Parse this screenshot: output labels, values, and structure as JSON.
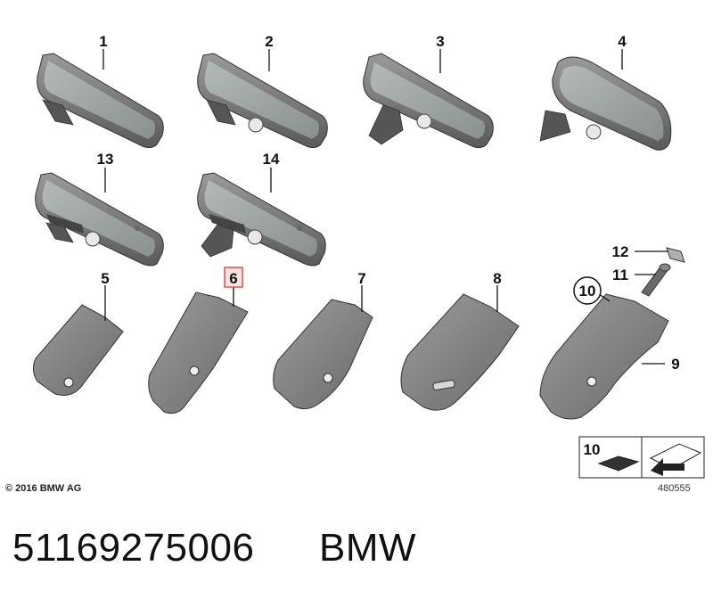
{
  "callouts": {
    "c1": "1",
    "c2": "2",
    "c3": "3",
    "c4": "4",
    "c13": "13",
    "c14": "14",
    "c5": "5",
    "c6": "6",
    "c7": "7",
    "c8": "8",
    "c9": "9",
    "c10": "10",
    "c11": "11",
    "c12": "12",
    "legend10": "10"
  },
  "copyright": "© 2016 BMW AG",
  "sheet_number": "480555",
  "part_number": "51169275006",
  "brand": "BMW",
  "colors": {
    "highlight": "#d9534f",
    "part": "#808080",
    "glass": "#9aa0a0"
  }
}
